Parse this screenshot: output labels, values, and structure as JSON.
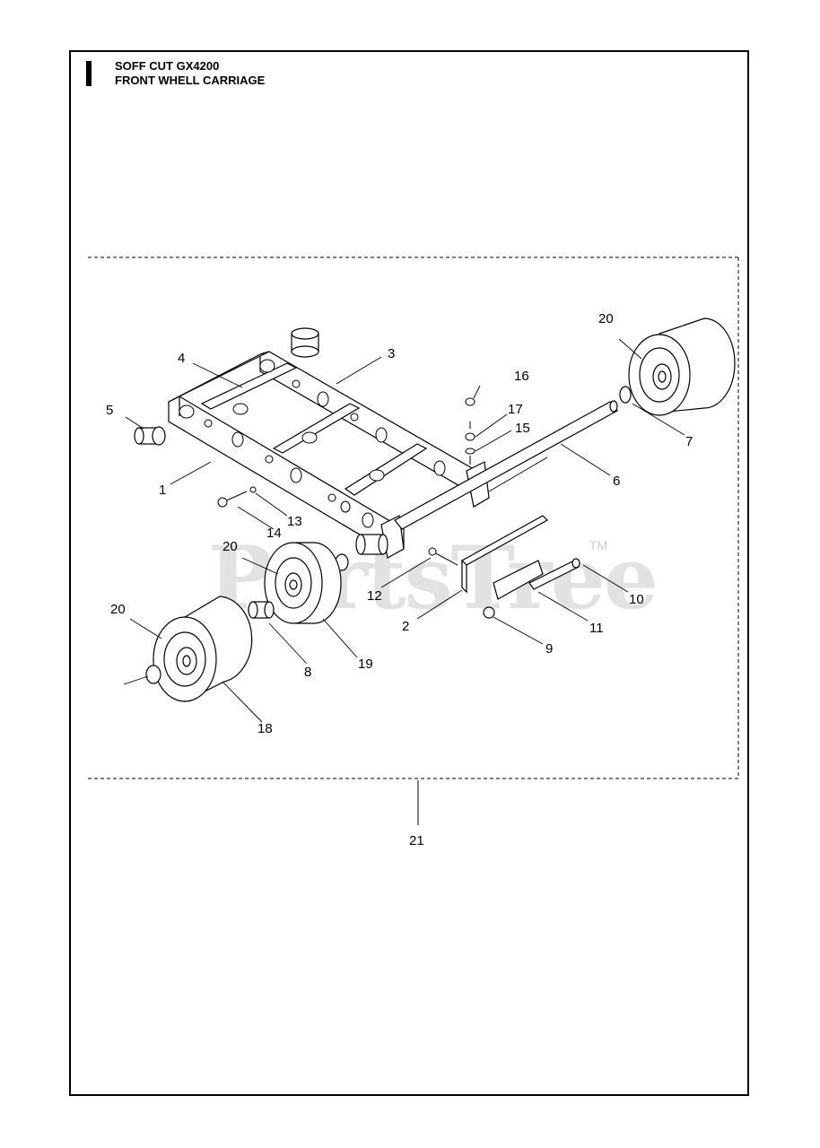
{
  "header": {
    "line1": "SOFF CUT GX4200",
    "line2": "FRONT WHELL CARRIAGE"
  },
  "watermark": {
    "text": "PartsTree",
    "tm": "TM"
  },
  "callouts": {
    "c1": "1",
    "c2": "2",
    "c3": "3",
    "c4": "4",
    "c5": "5",
    "c6": "6",
    "c7": "7",
    "c8": "8",
    "c9": "9",
    "c10": "10",
    "c11": "11",
    "c12": "12",
    "c13": "13",
    "c14": "14",
    "c15": "15",
    "c16": "16",
    "c17": "17",
    "c18": "18",
    "c19": "19",
    "c20a": "20",
    "c20b": "20",
    "c20c": "20",
    "c21": "21"
  }
}
